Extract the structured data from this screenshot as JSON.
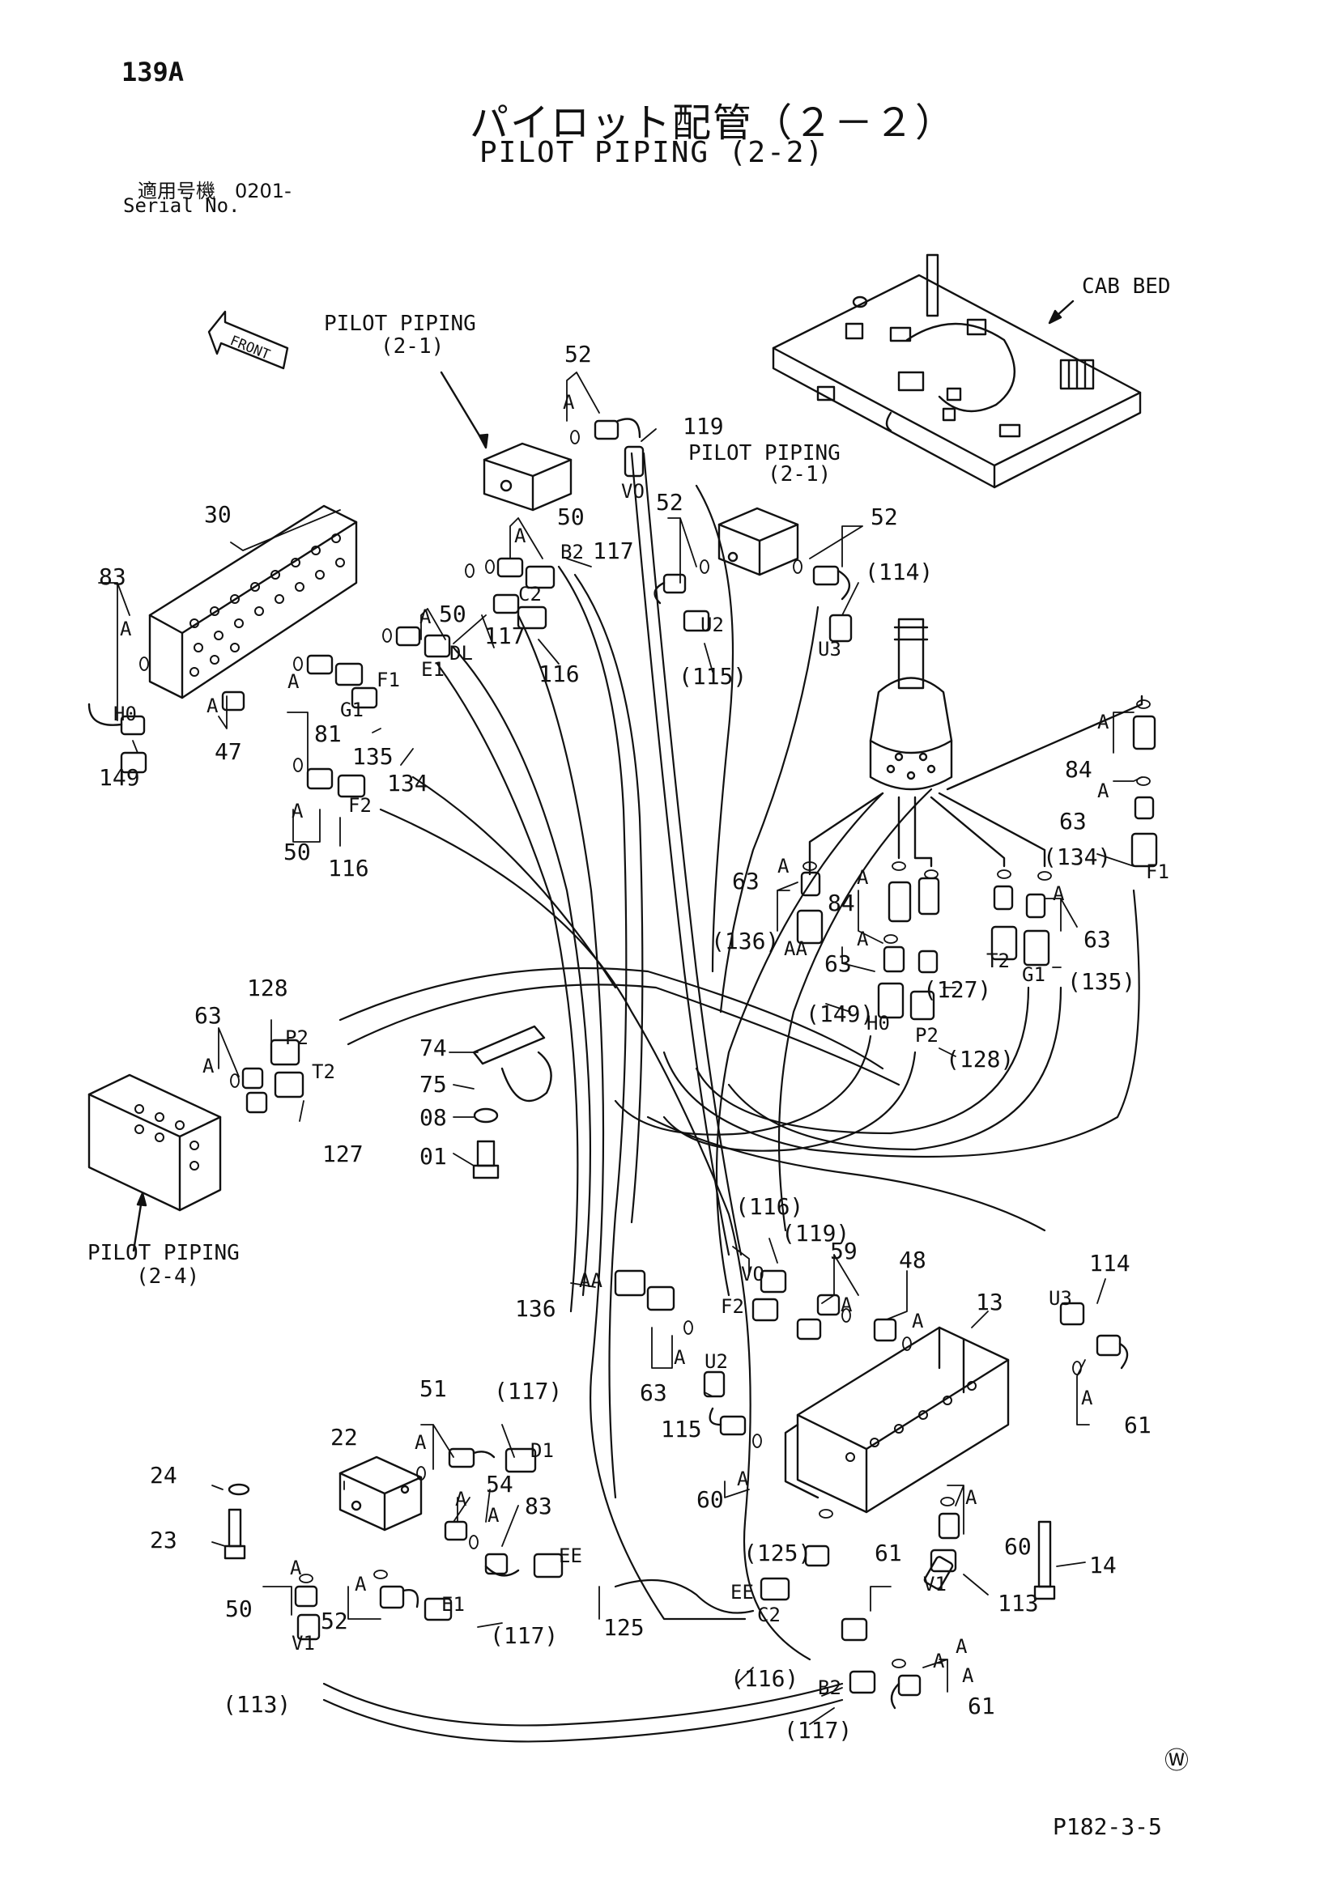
{
  "header": {
    "page_number": "139A",
    "title_jp": "パイロット配管（２－２）",
    "title_en": "PILOT PIPING (2-2)",
    "serial_jp": "適用号機　0201-",
    "serial_en": "Serial No."
  },
  "footer": {
    "figure_code": "P182-3-5",
    "watermark_symbol": "Ⓦ"
  },
  "callouts": {
    "cab_bed": "CAB BED",
    "front": "FRONT",
    "pilot_piping_21_a": "PILOT PIPING",
    "pilot_piping_21_a_sub": "(2-1)",
    "pilot_piping_21_b": "PILOT PIPING",
    "pilot_piping_21_b_sub": "(2-1)",
    "pilot_piping_24": "PILOT PIPING",
    "pilot_piping_24_sub": "(2-4)"
  },
  "labels": [
    {
      "id": "p52a",
      "text": "52"
    },
    {
      "id": "p119",
      "text": "119"
    },
    {
      "id": "p30",
      "text": "30"
    },
    {
      "id": "p50a",
      "text": "50"
    },
    {
      "id": "p117a",
      "text": "117"
    },
    {
      "id": "p83a",
      "text": "83"
    },
    {
      "id": "p50b",
      "text": "50"
    },
    {
      "id": "p117b",
      "text": "117"
    },
    {
      "id": "p116a",
      "text": "116"
    },
    {
      "id": "p81",
      "text": "81"
    },
    {
      "id": "p135",
      "text": "135"
    },
    {
      "id": "p134",
      "text": "134"
    },
    {
      "id": "p47",
      "text": "47"
    },
    {
      "id": "p149",
      "text": "149"
    },
    {
      "id": "p50c",
      "text": "50"
    },
    {
      "id": "p116b",
      "text": "116"
    },
    {
      "id": "p52b",
      "text": "52"
    },
    {
      "id": "p52c",
      "text": "52"
    },
    {
      "id": "p114a",
      "text": "(114)"
    },
    {
      "id": "p115a",
      "text": "(115)"
    },
    {
      "id": "p84a",
      "text": "84"
    },
    {
      "id": "p63a",
      "text": "63"
    },
    {
      "id": "p134b",
      "text": "(134)"
    },
    {
      "id": "p63b",
      "text": "63"
    },
    {
      "id": "p84b",
      "text": "84"
    },
    {
      "id": "p136a",
      "text": "(136)"
    },
    {
      "id": "p63c",
      "text": "63"
    },
    {
      "id": "p63d",
      "text": "63"
    },
    {
      "id": "p127a",
      "text": "(127)"
    },
    {
      "id": "p135b",
      "text": "(135)"
    },
    {
      "id": "p149b",
      "text": "(149)"
    },
    {
      "id": "p128b",
      "text": "(128)"
    },
    {
      "id": "p128",
      "text": "128"
    },
    {
      "id": "p63e",
      "text": "63"
    },
    {
      "id": "p74",
      "text": "74"
    },
    {
      "id": "p75",
      "text": "75"
    },
    {
      "id": "p08",
      "text": "08"
    },
    {
      "id": "p01",
      "text": "01"
    },
    {
      "id": "p127",
      "text": "127"
    },
    {
      "id": "p116c",
      "text": "(116)"
    },
    {
      "id": "p119b",
      "text": "(119)"
    },
    {
      "id": "p59",
      "text": "59"
    },
    {
      "id": "p48",
      "text": "48"
    },
    {
      "id": "p13",
      "text": "13"
    },
    {
      "id": "p114b",
      "text": "114"
    },
    {
      "id": "p136",
      "text": "136"
    },
    {
      "id": "p63f",
      "text": "63"
    },
    {
      "id": "p115",
      "text": "115"
    },
    {
      "id": "p61a",
      "text": "61"
    },
    {
      "id": "p51",
      "text": "51"
    },
    {
      "id": "p117c",
      "text": "(117)"
    },
    {
      "id": "p22",
      "text": "22"
    },
    {
      "id": "p24",
      "text": "24"
    },
    {
      "id": "p23",
      "text": "23"
    },
    {
      "id": "p54",
      "text": "54"
    },
    {
      "id": "p83b",
      "text": "83"
    },
    {
      "id": "p60a",
      "text": "60"
    },
    {
      "id": "p125b",
      "text": "(125)"
    },
    {
      "id": "p61b",
      "text": "61"
    },
    {
      "id": "p60b",
      "text": "60"
    },
    {
      "id": "p14",
      "text": "14"
    },
    {
      "id": "p113",
      "text": "113"
    },
    {
      "id": "p50d",
      "text": "50"
    },
    {
      "id": "p52d",
      "text": "52"
    },
    {
      "id": "p117d",
      "text": "(117)"
    },
    {
      "id": "p125",
      "text": "125"
    },
    {
      "id": "p116d",
      "text": "(116)"
    },
    {
      "id": "p113b",
      "text": "(113)"
    },
    {
      "id": "p117e",
      "text": "(117)"
    },
    {
      "id": "p61c",
      "text": "61"
    }
  ],
  "port_codes": [
    {
      "id": "vo",
      "text": "VO"
    },
    {
      "id": "b2",
      "text": "B2"
    },
    {
      "id": "c2",
      "text": "C2"
    },
    {
      "id": "dl",
      "text": "DL"
    },
    {
      "id": "e1",
      "text": "E1"
    },
    {
      "id": "f1",
      "text": "F1"
    },
    {
      "id": "g1",
      "text": "G1"
    },
    {
      "id": "h0",
      "text": "H0"
    },
    {
      "id": "f2",
      "text": "F2"
    },
    {
      "id": "u2",
      "text": "U2"
    },
    {
      "id": "u3",
      "text": "U3"
    },
    {
      "id": "f1b",
      "text": "F1"
    },
    {
      "id": "aa",
      "text": "AA"
    },
    {
      "id": "t2",
      "text": "T2"
    },
    {
      "id": "g1b",
      "text": "G1"
    },
    {
      "id": "h0b",
      "text": "H0"
    },
    {
      "id": "p2b",
      "text": "P2"
    },
    {
      "id": "p2",
      "text": "P2"
    },
    {
      "id": "t2b",
      "text": "T2"
    },
    {
      "id": "aab",
      "text": "AA"
    },
    {
      "id": "vob",
      "text": "VO"
    },
    {
      "id": "f2b",
      "text": "F2"
    },
    {
      "id": "u2b",
      "text": "U2"
    },
    {
      "id": "u3b",
      "text": "U3"
    },
    {
      "id": "d1b",
      "text": "D1"
    },
    {
      "id": "ee",
      "text": "EE"
    },
    {
      "id": "eeb",
      "text": "EE"
    },
    {
      "id": "e1b",
      "text": "E1"
    },
    {
      "id": "c2b",
      "text": "C2"
    },
    {
      "id": "b2b",
      "text": "B2"
    },
    {
      "id": "v1",
      "text": "V1"
    },
    {
      "id": "v1b",
      "text": "V1"
    }
  ],
  "a_markers": {
    "text": "A",
    "count": 28
  }
}
